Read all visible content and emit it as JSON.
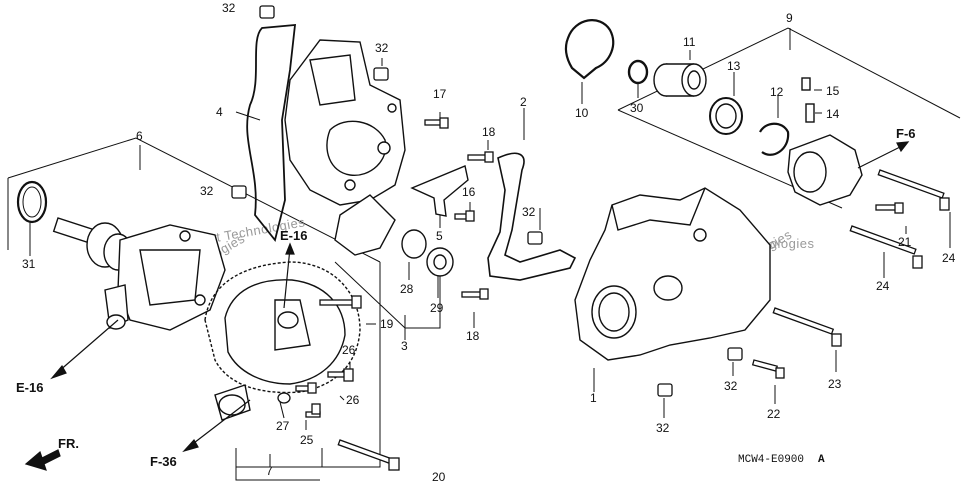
{
  "diagram_code": "MCW4-E0900",
  "diagram_code_suffix": "A",
  "front_arrow": "FR.",
  "watermark": [
    "Next Technologies",
    "Technologies",
    "Next Technologies",
    "Technologies"
  ],
  "refs": {
    "e16_top": "E-16",
    "e16_left": "E-16",
    "f36": "F-36",
    "f6": "F-6"
  },
  "parts": {
    "p1": "1",
    "p2": "2",
    "p3": "3",
    "p4": "4",
    "p5": "5",
    "p6": "6",
    "p7": "7",
    "p9": "9",
    "p10": "10",
    "p11": "11",
    "p12": "12",
    "p13": "13",
    "p14": "14",
    "p15": "15",
    "p16": "16",
    "p17": "17",
    "p18a": "18",
    "p18b": "18",
    "p19": "19",
    "p20": "20",
    "p21": "21",
    "p22": "22",
    "p23": "23",
    "p24a": "24",
    "p24b": "24",
    "p25": "25",
    "p26a": "26",
    "p26b": "26",
    "p27": "27",
    "p28": "28",
    "p29": "29",
    "p30": "30",
    "p31": "31",
    "p32a": "32",
    "p32b": "32",
    "p32c": "32",
    "p32d": "32",
    "p32e": "32",
    "p32f": "32"
  }
}
